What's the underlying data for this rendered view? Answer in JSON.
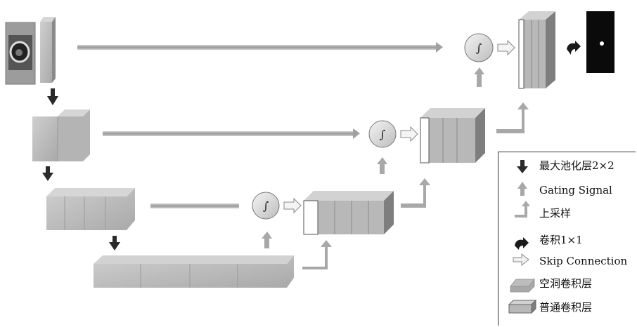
{
  "legend": {
    "items": [
      {
        "key": "maxpool",
        "label": "最大池化层2×2",
        "icon": "dark-down-arrow"
      },
      {
        "key": "gating",
        "label": "Gating Signal",
        "icon": "light-up-arrow"
      },
      {
        "key": "upsample",
        "label": "上采样",
        "icon": "elbow-up-arrow"
      },
      {
        "key": "conv1x1",
        "label": "卷积1×1",
        "icon": "black-curved-arrow"
      },
      {
        "key": "skip",
        "label": "Skip Connection",
        "icon": "hollow-right-arrow"
      },
      {
        "key": "dilated",
        "label": "空洞卷积层",
        "icon": "gray-parallelogram-block"
      },
      {
        "key": "conv",
        "label": "普通卷积层",
        "icon": "gray-3d-block"
      }
    ]
  },
  "attention_gate_symbol": "∫",
  "colors": {
    "block_face": "#bdbdbd",
    "block_side": "#8a8a8a",
    "block_top": "#d6d6d6",
    "line": "#a8a8a8",
    "dark_arrow": "#2a2a2a"
  }
}
